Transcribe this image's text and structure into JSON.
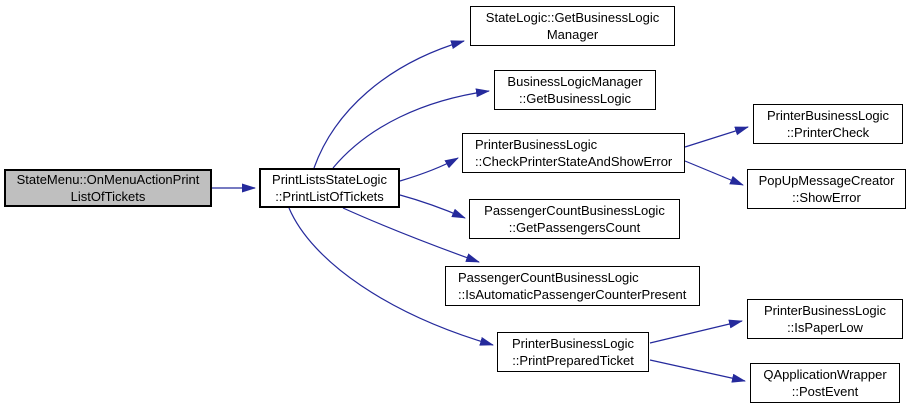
{
  "diagram": {
    "type": "call-graph",
    "title": "Call graph for StateMenu::OnMenuActionPrintListOfTickets",
    "colors": {
      "edge": "#252a9c",
      "root_fill": "#bfbfbf",
      "node_fill": "#ffffff",
      "border": "#000000",
      "background": "#ffffff"
    },
    "nodes": [
      {
        "id": "n0",
        "line1": "StateMenu::OnMenuActionPrint",
        "line2": "ListOfTickets",
        "role": "root"
      },
      {
        "id": "n1",
        "line1": "PrintListsStateLogic",
        "line2": "::PrintListOfTickets",
        "role": "called"
      },
      {
        "id": "n2",
        "line1": "StateLogic::GetBusinessLogic",
        "line2": "Manager",
        "role": "called"
      },
      {
        "id": "n3",
        "line1": "BusinessLogicManager",
        "line2": "::GetBusinessLogic",
        "role": "called"
      },
      {
        "id": "n4",
        "line1": "PrinterBusinessLogic",
        "line2": "::CheckPrinterStateAndShowError",
        "role": "called"
      },
      {
        "id": "n5",
        "line1": "PassengerCountBusinessLogic",
        "line2": "::GetPassengersCount",
        "role": "called"
      },
      {
        "id": "n6",
        "line1": "PassengerCountBusinessLogic",
        "line2": "::IsAutomaticPassengerCounterPresent",
        "role": "called"
      },
      {
        "id": "n7",
        "line1": "PrinterBusinessLogic",
        "line2": "::PrintPreparedTicket",
        "role": "called"
      },
      {
        "id": "n8",
        "line1": "PrinterBusinessLogic",
        "line2": "::PrinterCheck",
        "role": "called"
      },
      {
        "id": "n9",
        "line1": "PopUpMessageCreator",
        "line2": "::ShowError",
        "role": "called"
      },
      {
        "id": "n10",
        "line1": "PrinterBusinessLogic",
        "line2": "::IsPaperLow",
        "role": "called"
      },
      {
        "id": "n11",
        "line1": "QApplicationWrapper",
        "line2": "::PostEvent",
        "role": "called"
      }
    ],
    "edges": [
      {
        "from": "StateMenu::OnMenuActionPrintListOfTickets",
        "to": "PrintListsStateLogic::PrintListOfTickets"
      },
      {
        "from": "PrintListsStateLogic::PrintListOfTickets",
        "to": "StateLogic::GetBusinessLogicManager"
      },
      {
        "from": "PrintListsStateLogic::PrintListOfTickets",
        "to": "BusinessLogicManager::GetBusinessLogic"
      },
      {
        "from": "PrintListsStateLogic::PrintListOfTickets",
        "to": "PrinterBusinessLogic::CheckPrinterStateAndShowError"
      },
      {
        "from": "PrintListsStateLogic::PrintListOfTickets",
        "to": "PassengerCountBusinessLogic::GetPassengersCount"
      },
      {
        "from": "PrintListsStateLogic::PrintListOfTickets",
        "to": "PassengerCountBusinessLogic::IsAutomaticPassengerCounterPresent"
      },
      {
        "from": "PrintListsStateLogic::PrintListOfTickets",
        "to": "PrinterBusinessLogic::PrintPreparedTicket"
      },
      {
        "from": "PrinterBusinessLogic::CheckPrinterStateAndShowError",
        "to": "PrinterBusinessLogic::PrinterCheck"
      },
      {
        "from": "PrinterBusinessLogic::CheckPrinterStateAndShowError",
        "to": "PopUpMessageCreator::ShowError"
      },
      {
        "from": "PrinterBusinessLogic::PrintPreparedTicket",
        "to": "PrinterBusinessLogic::IsPaperLow"
      },
      {
        "from": "PrinterBusinessLogic::PrintPreparedTicket",
        "to": "QApplicationWrapper::PostEvent"
      }
    ]
  }
}
